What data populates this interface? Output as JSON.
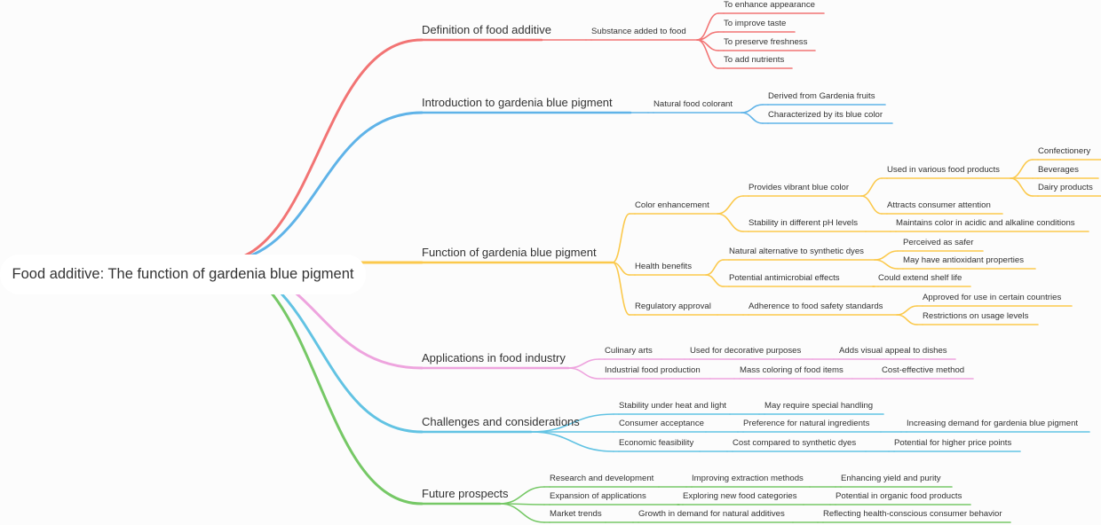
{
  "root": {
    "label": "Food additive: The function of gardenia blue pigment"
  },
  "colors": {
    "red": "#f27474",
    "blue": "#5fb3e8",
    "yellow": "#fbc94c",
    "pink": "#eea4de",
    "teal": "#62c3e3",
    "green": "#76c866",
    "text": "#333333",
    "background": "#fcfcfc"
  },
  "branches": [
    {
      "label": "Definition of food additive",
      "color": "red",
      "children": [
        {
          "label": "Substance added to food",
          "children": [
            {
              "label": "To enhance appearance"
            },
            {
              "label": "To improve taste"
            },
            {
              "label": "To preserve freshness"
            },
            {
              "label": "To add nutrients"
            }
          ]
        }
      ]
    },
    {
      "label": "Introduction to gardenia blue pigment",
      "color": "blue",
      "children": [
        {
          "label": "Natural food colorant",
          "children": [
            {
              "label": "Derived from Gardenia fruits"
            },
            {
              "label": "Characterized by its blue color"
            }
          ]
        }
      ]
    },
    {
      "label": "Function of gardenia blue pigment",
      "color": "yellow",
      "children": [
        {
          "label": "Color enhancement",
          "children": [
            {
              "label": "Provides vibrant blue color",
              "children": [
                {
                  "label": "Used in various food products",
                  "children": [
                    {
                      "label": "Confectionery"
                    },
                    {
                      "label": "Beverages"
                    },
                    {
                      "label": "Dairy products"
                    }
                  ]
                },
                {
                  "label": "Attracts consumer attention"
                }
              ]
            },
            {
              "label": "Stability in different pH levels",
              "children": [
                {
                  "label": "Maintains color in acidic and alkaline conditions"
                }
              ]
            }
          ]
        },
        {
          "label": "Health benefits",
          "children": [
            {
              "label": "Natural alternative to synthetic dyes",
              "children": [
                {
                  "label": "Perceived as safer"
                },
                {
                  "label": "May have antioxidant properties"
                }
              ]
            },
            {
              "label": "Potential antimicrobial effects",
              "children": [
                {
                  "label": "Could extend shelf life"
                }
              ]
            }
          ]
        },
        {
          "label": "Regulatory approval",
          "children": [
            {
              "label": "Adherence to food safety standards",
              "children": [
                {
                  "label": "Approved for use in certain countries"
                },
                {
                  "label": "Restrictions on usage levels"
                }
              ]
            }
          ]
        }
      ]
    },
    {
      "label": "Applications in food industry",
      "color": "pink",
      "children": [
        {
          "label": "Culinary arts",
          "children": [
            {
              "label": "Used for decorative purposes",
              "children": [
                {
                  "label": "Adds visual appeal to dishes"
                }
              ]
            }
          ]
        },
        {
          "label": "Industrial food production",
          "children": [
            {
              "label": "Mass coloring of food items",
              "children": [
                {
                  "label": "Cost-effective method"
                }
              ]
            }
          ]
        }
      ]
    },
    {
      "label": "Challenges and considerations",
      "color": "teal",
      "children": [
        {
          "label": "Stability under heat and light",
          "children": [
            {
              "label": "May require special handling"
            }
          ]
        },
        {
          "label": "Consumer acceptance",
          "children": [
            {
              "label": "Preference for natural ingredients",
              "children": [
                {
                  "label": "Increasing demand for gardenia blue pigment"
                }
              ]
            }
          ]
        },
        {
          "label": "Economic feasibility",
          "children": [
            {
              "label": "Cost compared to synthetic dyes",
              "children": [
                {
                  "label": "Potential for higher price points"
                }
              ]
            }
          ]
        }
      ]
    },
    {
      "label": "Future prospects",
      "color": "green",
      "children": [
        {
          "label": "Research and development",
          "children": [
            {
              "label": "Improving extraction methods",
              "children": [
                {
                  "label": "Enhancing yield and purity"
                }
              ]
            }
          ]
        },
        {
          "label": "Expansion of applications",
          "children": [
            {
              "label": "Exploring new food categories",
              "children": [
                {
                  "label": "Potential in organic food products"
                }
              ]
            }
          ]
        },
        {
          "label": "Market trends",
          "children": [
            {
              "label": "Growth in demand for natural additives",
              "children": [
                {
                  "label": "Reflecting health-conscious consumer behavior"
                }
              ]
            }
          ]
        }
      ]
    }
  ]
}
